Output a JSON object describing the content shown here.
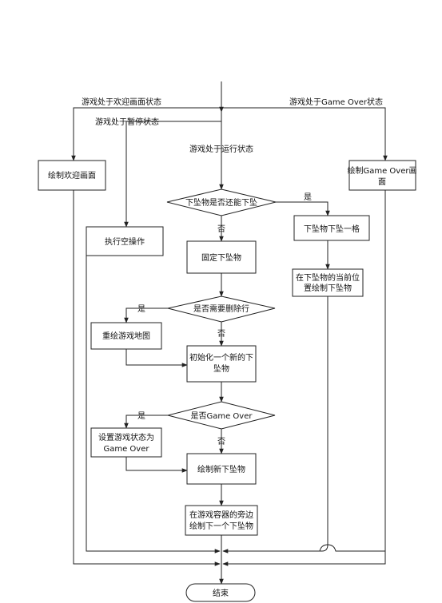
{
  "flowchart": {
    "labels": {
      "state_welcome": "游戏处于欢迎画面状态",
      "state_gameover": "游戏处于Game Over状态",
      "state_pause": "游戏处于暂停状态",
      "state_running": "游戏处于运行状态",
      "yes": "是",
      "no": "否"
    },
    "nodes": {
      "draw_welcome": "绘制欢迎画面",
      "draw_gameover_l1": "绘制Game Over画",
      "draw_gameover_l2": "面",
      "noop": "执行空操作",
      "can_fall": "下坠物是否还能下坠",
      "fall_one": "下坠物下坠一格",
      "fix_faller": "固定下坠物",
      "draw_at_pos_l1": "在下坠物的当前位",
      "draw_at_pos_l2": "置绘制下坠物",
      "need_delete": "是否需要删除行",
      "redraw_map": "重绘游戏地图",
      "init_new_l1": "初始化一个新的下",
      "init_new_l2": "坠物",
      "is_gameover": "是否Game Over",
      "set_state_l1": "设置游戏状态为",
      "set_state_l2": "Game Over",
      "draw_new": "绘制新下坠物",
      "draw_next_l1": "在游戏容器的旁边",
      "draw_next_l2": "绘制下一个下坠物",
      "end": "结束"
    }
  }
}
